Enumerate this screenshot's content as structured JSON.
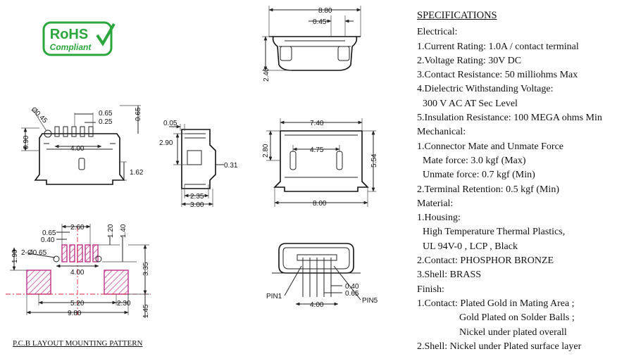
{
  "badge": {
    "line1": "RoHS",
    "line2": "Compliant",
    "color": "#2aa63c"
  },
  "specs": {
    "title": "SPECIFICATIONS",
    "lines": [
      "Electrical:",
      "1.Current Rating: 1.0A / contact terminal",
      "2.Voltage Rating: 30V DC",
      "3.Contact Resistance: 50 milliohms Max",
      "4.Dielectric Withstanding Voltage:",
      "300 V AC AT Sec Level",
      "5.Insulation Resistance: 100 MEGA ohms Min",
      "Mechanical:",
      "1.Connector Mate and Unmate Force",
      "Mate force: 3.0 kgf (Max)",
      "Unmate force: 0.7 kgf (Min)",
      "2.Terminal Retention: 0.5 kgf (Min)",
      "Material:",
      "1.Housing:",
      "High Temperature Thermal Plastics,",
      "UL 94V-0 , LCP , Black",
      "2.Contact: PHOSPHOR BRONZE",
      "3.Shell:  BRASS",
      "Finish:",
      "1.Contact: Plated Gold in Mating Area ;",
      "Gold Plated on Solder Balls ;",
      "Nickel under plated overall",
      "2.Shell: Nickel under Plated surface layer"
    ]
  },
  "pcb_caption": "P.C.B LAYOUT MOUNTING PATTERN",
  "dims": {
    "top_880": "8.80",
    "top_045": "0.45",
    "top_240": "2.40",
    "mid_065a": "0.65",
    "mid_025": "0.25",
    "mid_065b": "0.65",
    "mid_045": "Ø0.45",
    "mid_090": "0.90",
    "mid_400": "4.00",
    "mid_162": "1.62",
    "side_005": "0.05",
    "side_290": "2.90",
    "side_031": "0.31",
    "side_235": "2.35",
    "side_300": "3.00",
    "front_740": "7.40",
    "front_280": "2.80",
    "front_475": "4.75",
    "front_554": "5.54",
    "front_800": "8.00",
    "pcb_260": "2.60",
    "pcb_065": "0.65",
    "pcb_040": "0.40",
    "pcb_120": "1.20",
    "pcb_140": "1.40",
    "pcb_190": "1.90",
    "pcb_2065": "2-Ø0.65",
    "pcb_400": "4.00",
    "pcb_335": "3.35",
    "pcb_520": "5.20",
    "pcb_230": "2.30",
    "pcb_980": "9.80",
    "pcb_145": "1.45",
    "bot_040": "0.40",
    "bot_065": "0.65",
    "bot_400": "4.00",
    "pin1": "PIN1",
    "pin5": "PIN5"
  }
}
